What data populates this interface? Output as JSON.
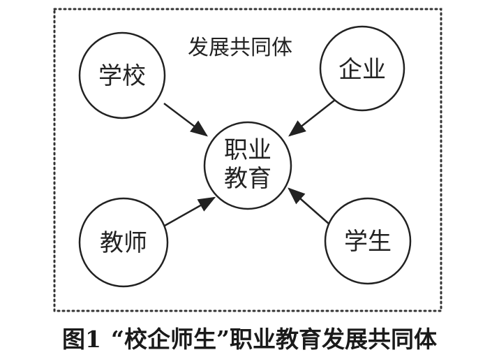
{
  "diagram": {
    "frame_title": "发展共同体",
    "center": {
      "line1": "职业",
      "line2": "教育"
    },
    "nodes": {
      "school": "学校",
      "enterprise": "企业",
      "teacher": "教师",
      "student": "学生"
    },
    "colors": {
      "stroke": "#222222",
      "background": "#ffffff"
    }
  },
  "caption": {
    "figure_number": "图1",
    "title": "“校企师生”职业教育发展共同体"
  }
}
